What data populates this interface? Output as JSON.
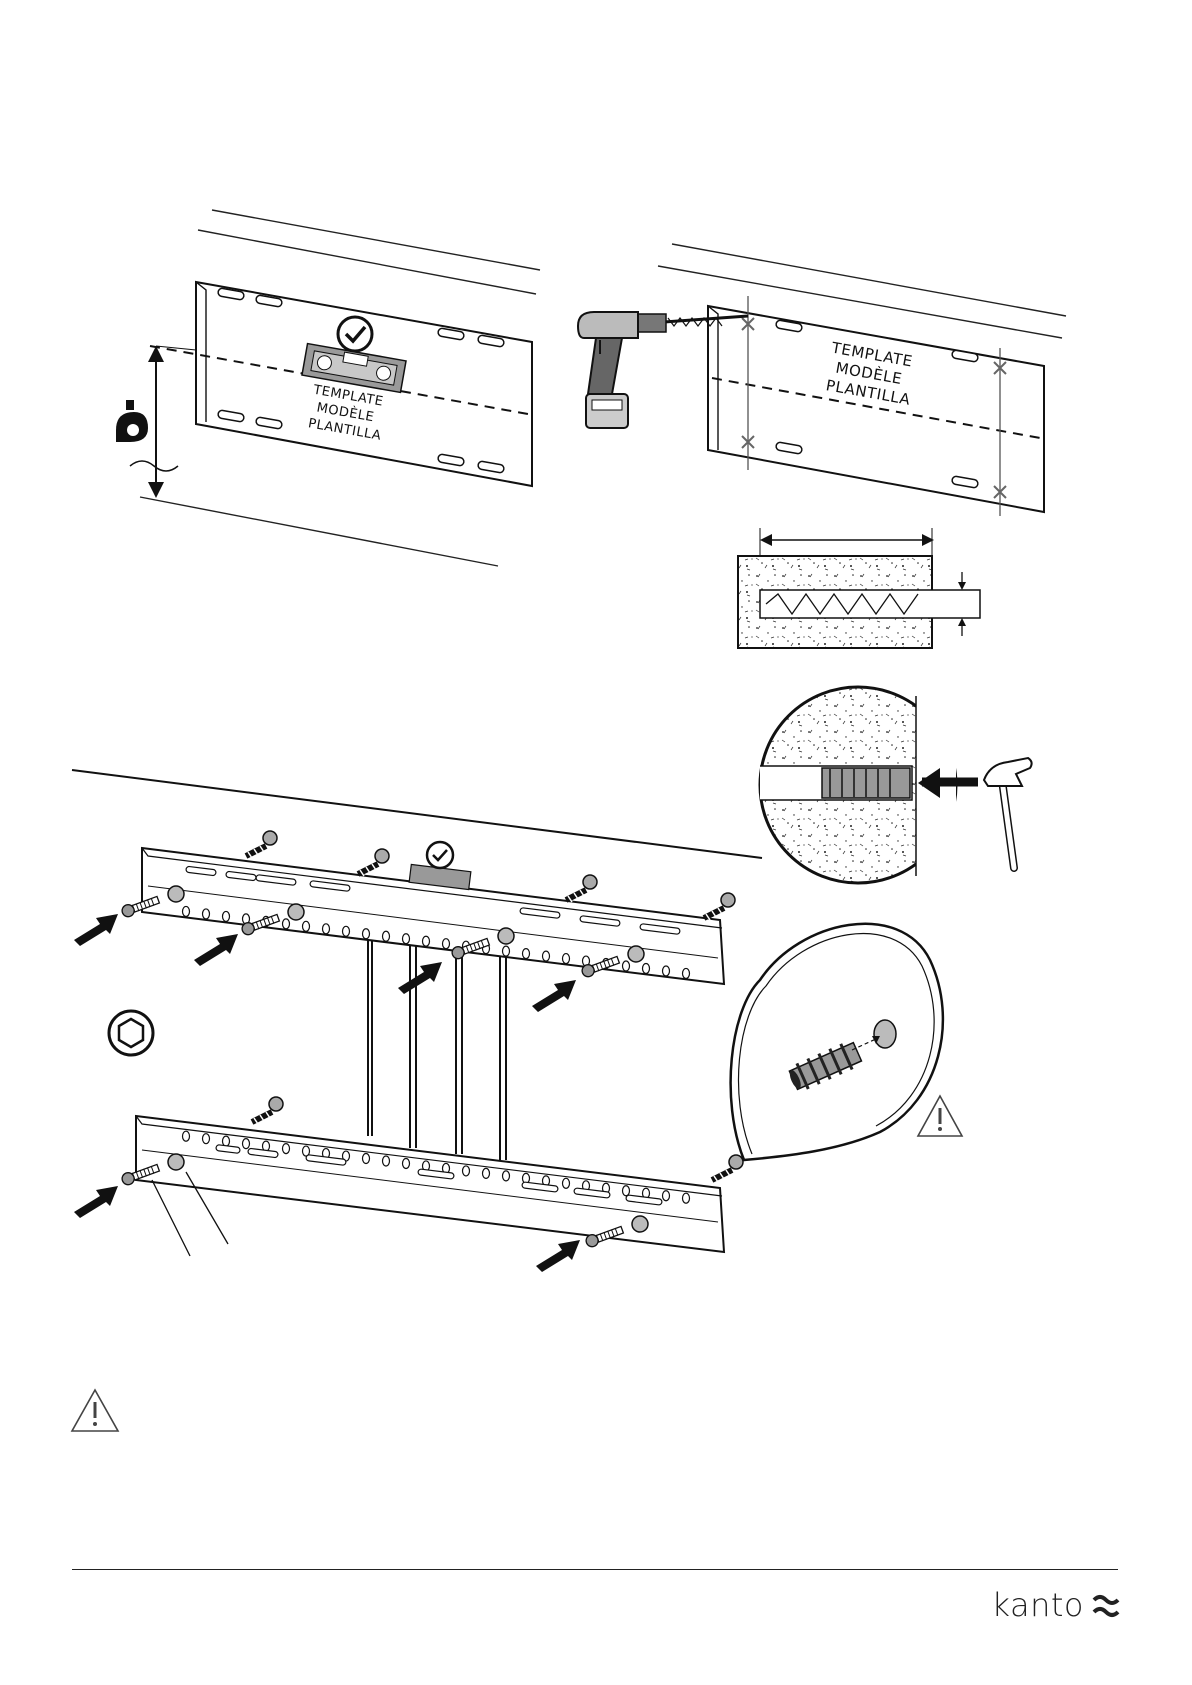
{
  "template_panel_left": {
    "lines": [
      "TEMPLATE",
      "MODÈLE",
      "PLANTILLA"
    ]
  },
  "template_panel_right": {
    "lines": [
      "TEMPLATE",
      "MODÈLE",
      "PLANTILLA"
    ]
  },
  "icons": {
    "level_check": "check-circle-icon",
    "tape_measure": "tape-measure-icon",
    "drill": "power-drill-icon",
    "hammer": "hammer-icon",
    "hex_key": "hex-socket-icon",
    "warning": "warning-triangle-icon"
  },
  "footer": {
    "brand": "kanto"
  }
}
